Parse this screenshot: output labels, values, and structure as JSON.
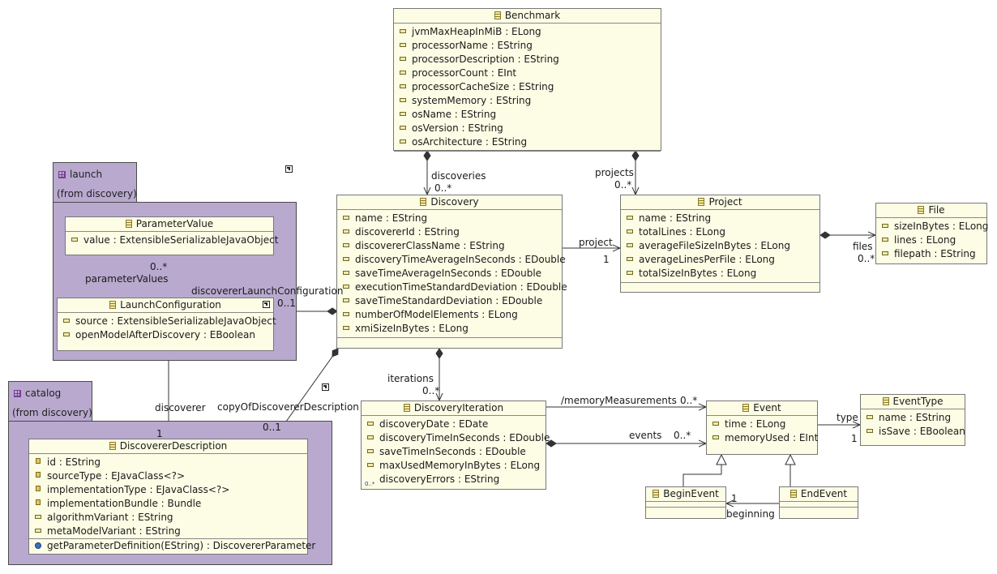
{
  "packages": {
    "launch": {
      "name": "launch",
      "from": "(from discovery)"
    },
    "catalog": {
      "name": "catalog",
      "from": "(from discovery)"
    }
  },
  "classes": {
    "benchmark": {
      "name": "Benchmark",
      "attributes": [
        "jvmMaxHeapInMiB : ELong",
        "processorName : EString",
        "processorDescription : EString",
        "processorCount : EInt",
        "processorCacheSize : EString",
        "systemMemory : EString",
        "osName : EString",
        "osVersion : EString",
        "osArchitecture : EString"
      ]
    },
    "discovery": {
      "name": "Discovery",
      "attributes": [
        "name : EString",
        "discovererId : EString",
        "discovererClassName : EString",
        "discoveryTimeAverageInSeconds : EDouble",
        "saveTimeAverageInSeconds : EDouble",
        "executionTimeStandardDeviation : EDouble",
        "saveTimeStandardDeviation : EDouble",
        "numberOfModelElements : ELong",
        "xmiSizeInBytes : ELong"
      ]
    },
    "project": {
      "name": "Project",
      "attributes": [
        "name : EString",
        "totalLines : ELong",
        "averageFileSizeInBytes : ELong",
        "averageLinesPerFile : ELong",
        "totalSizeInBytes : ELong"
      ]
    },
    "file": {
      "name": "File",
      "attributes": [
        "sizeInBytes : ELong",
        "lines : ELong",
        "filepath : EString"
      ]
    },
    "parameterValue": {
      "name": "ParameterValue",
      "attributes": [
        "value : ExtensibleSerializableJavaObject"
      ]
    },
    "launchConfiguration": {
      "name": "LaunchConfiguration",
      "attributes": [
        "source : ExtensibleSerializableJavaObject",
        "openModelAfterDiscovery : EBoolean"
      ]
    },
    "discovererDescription": {
      "name": "DiscovererDescription",
      "attributes": [
        "id : EString",
        "sourceType : EJavaClass<?>",
        "implementationType : EJavaClass<?>",
        "implementationBundle : Bundle",
        "algorithmVariant : EString",
        "metaModelVariant : EString"
      ],
      "operations": [
        "getParameterDefinition(EString) : DiscovererParameter"
      ]
    },
    "discoveryIteration": {
      "name": "DiscoveryIteration",
      "attributes": [
        "discoveryDate : EDate",
        "discoveryTimeInSeconds : EDouble",
        "saveTimeInSeconds : EDouble",
        "maxUsedMemoryInBytes : ELong",
        "discoveryErrors : EString"
      ]
    },
    "event": {
      "name": "Event",
      "attributes": [
        "time : ELong",
        "memoryUsed : EInt"
      ]
    },
    "eventType": {
      "name": "EventType",
      "attributes": [
        "name : EString",
        "isSave : EBoolean"
      ]
    },
    "beginEvent": {
      "name": "BeginEvent",
      "attributes": []
    },
    "endEvent": {
      "name": "EndEvent",
      "attributes": []
    }
  },
  "links": {
    "discoveries": "discoveries",
    "discoveries_mult": "0..*",
    "projects": "projects",
    "projects_mult": "0..*",
    "project": "project",
    "project_mult": "1",
    "files": "files",
    "files_mult": "0..*",
    "parameterValues": "parameterValues",
    "parameterValues_mult": "0..*",
    "discovererLaunchConfiguration": "discovererLaunchConfiguration",
    "discovererLaunchConfiguration_mult": "0..1",
    "discoverer": "discoverer",
    "discoverer_mult": "1",
    "copyOfDiscovererDescription": "copyOfDiscovererDescription",
    "copyOfDiscovererDescription_mult": "0..1",
    "iterations": "iterations",
    "iterations_mult": "0..*",
    "memoryMeasurements": "/memoryMeasurements",
    "memoryMeasurements_mult": "0..*",
    "events": "events",
    "events_mult": "0..*",
    "type": "type",
    "type_mult": "1",
    "beginning": "beginning",
    "beginning_mult": "1"
  }
}
